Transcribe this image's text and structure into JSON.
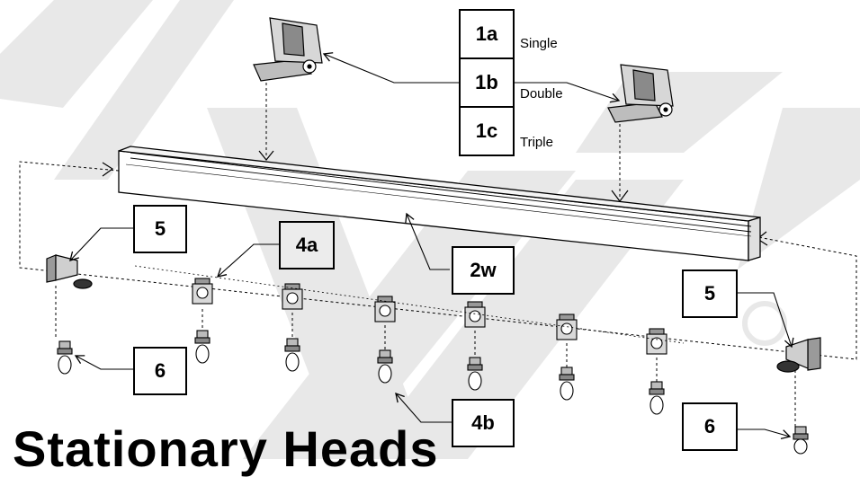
{
  "callouts": {
    "c1a": "1a",
    "c1b": "1b",
    "c1c": "1c",
    "c2w": "2w",
    "c4a": "4a",
    "c4b": "4b",
    "c5_left": "5",
    "c5_right": "5",
    "c6_left": "6",
    "c6_right": "6"
  },
  "notes": {
    "single": "Single",
    "double": "Double",
    "triple": "Triple"
  },
  "heading": "Stationary Heads",
  "colors": {
    "outline": "#000000",
    "watermark": "#e6e6e6",
    "part_fill": "#d9d9d9",
    "part_dark": "#555555"
  }
}
